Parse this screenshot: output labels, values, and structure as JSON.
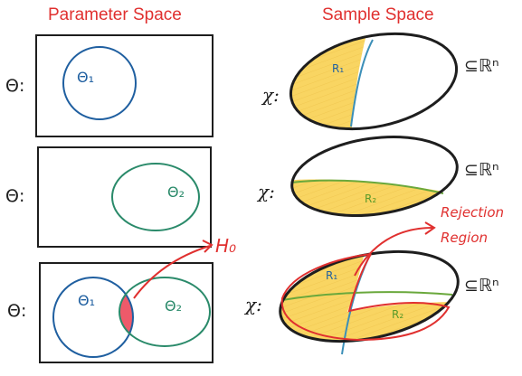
{
  "headings": {
    "parameter_space": "Parameter Space",
    "sample_space": "Sample Space"
  },
  "parameter_symbol": "Θ:",
  "sample_symbol": "χ:",
  "subset_of": "⊆ℝⁿ",
  "sets": {
    "theta1": "Θ₁",
    "theta2": "Θ₂"
  },
  "regions": {
    "r1": "R₁",
    "r2": "R₂"
  },
  "annotations": {
    "h0": "H₀",
    "rejection_region_line1": "Rejection",
    "rejection_region_line2": "Region"
  },
  "colors": {
    "heading": "#e0302f",
    "theta1": "#1f5fa0",
    "theta2": "#2a8a6a",
    "region_r1_edge": "#3c8fb8",
    "region_r2_edge": "#6aa83c",
    "fill": "#f9d562",
    "h0_fill": "#ee5a6a",
    "annotation": "#e0302f",
    "ink": "#1e1e1e"
  }
}
